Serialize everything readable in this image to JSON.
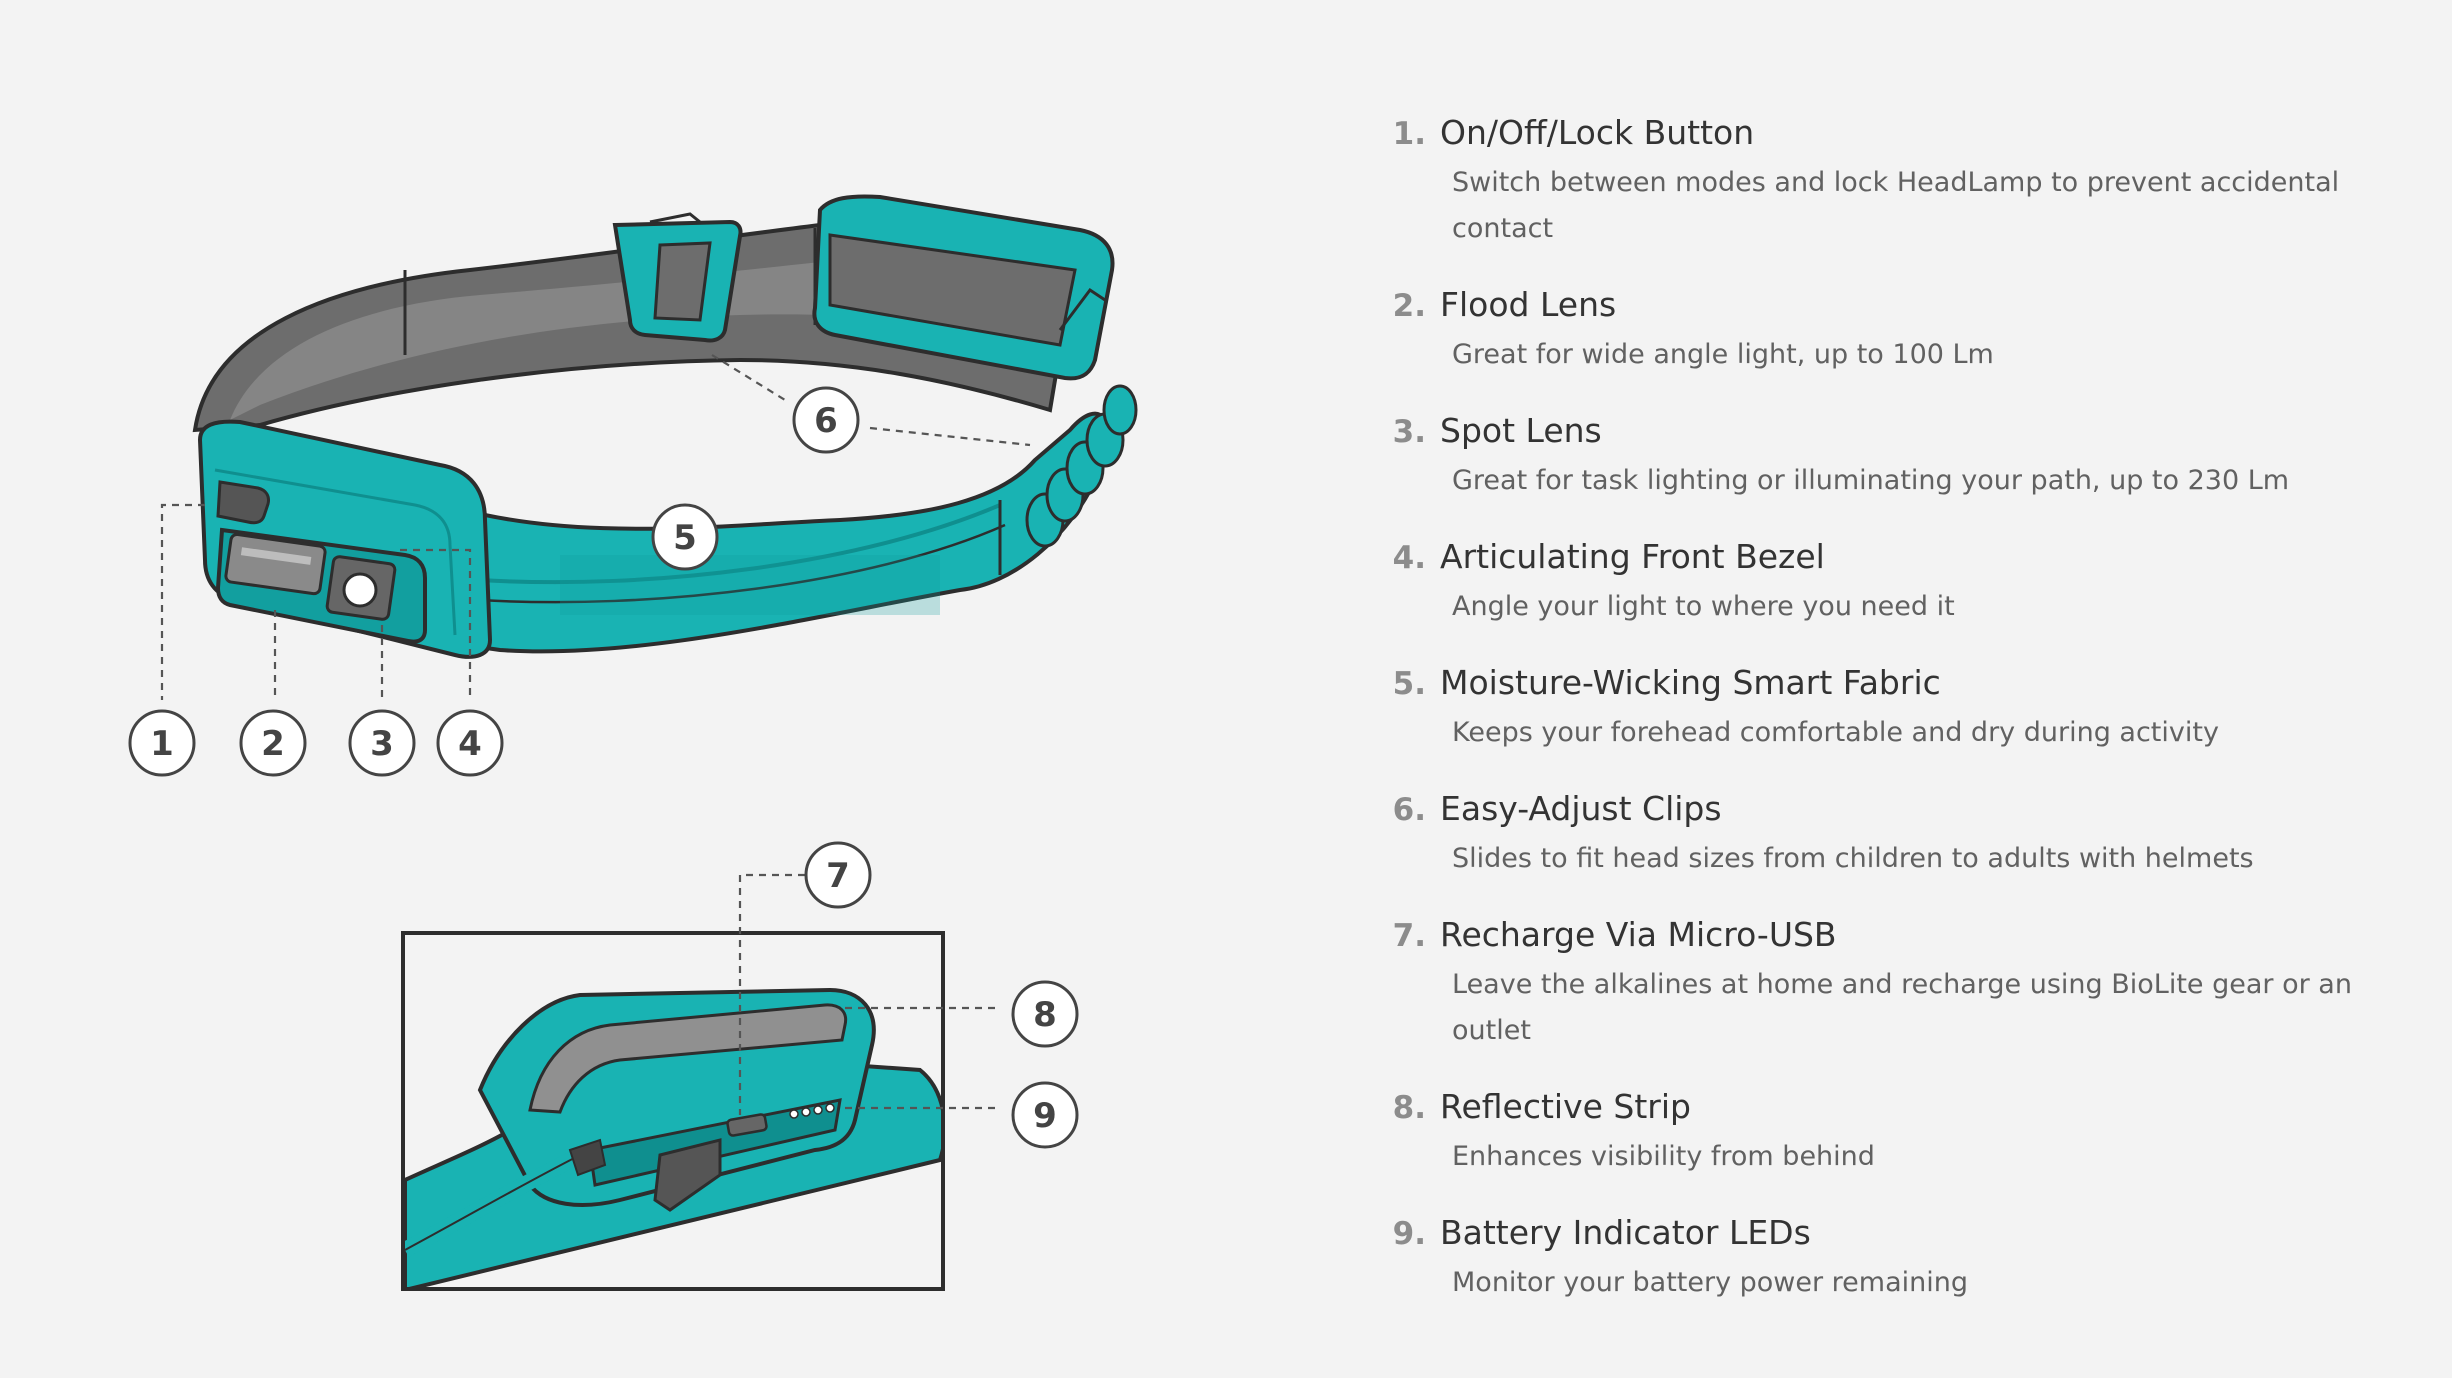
{
  "colors": {
    "background": "#f3f3f3",
    "teal": "#19b3b3",
    "teal_dark": "#0f8f8f",
    "strap_gray": "#6d6d6d",
    "outline": "#2d2d2d"
  },
  "callouts": [
    "1",
    "2",
    "3",
    "4",
    "5",
    "6",
    "7",
    "8",
    "9"
  ],
  "features": [
    {
      "num": "1.",
      "title": "On/Off/Lock Button",
      "desc": "Switch between modes and lock HeadLamp to prevent accidental contact"
    },
    {
      "num": "2.",
      "title": "Flood Lens",
      "desc": "Great for wide angle light, up to 100 Lm"
    },
    {
      "num": "3.",
      "title": "Spot Lens",
      "desc": "Great for task lighting or illuminating your path, up to 230 Lm"
    },
    {
      "num": "4.",
      "title": "Articulating Front Bezel",
      "desc": "Angle your light to where you need it"
    },
    {
      "num": "5.",
      "title": "Moisture-Wicking Smart Fabric",
      "desc": "Keeps your forehead comfortable and dry during activity"
    },
    {
      "num": "6.",
      "title": "Easy-Adjust Clips",
      "desc": "Slides to fit head sizes from children to adults with helmets"
    },
    {
      "num": "7.",
      "title": "Recharge Via Micro-USB",
      "desc": "Leave the alkalines at home and recharge using BioLite gear or an outlet"
    },
    {
      "num": "8.",
      "title": "Reflective Strip",
      "desc": "Enhances visibility from behind"
    },
    {
      "num": "9.",
      "title": "Battery Indicator LEDs",
      "desc": "Monitor your battery power remaining"
    }
  ]
}
